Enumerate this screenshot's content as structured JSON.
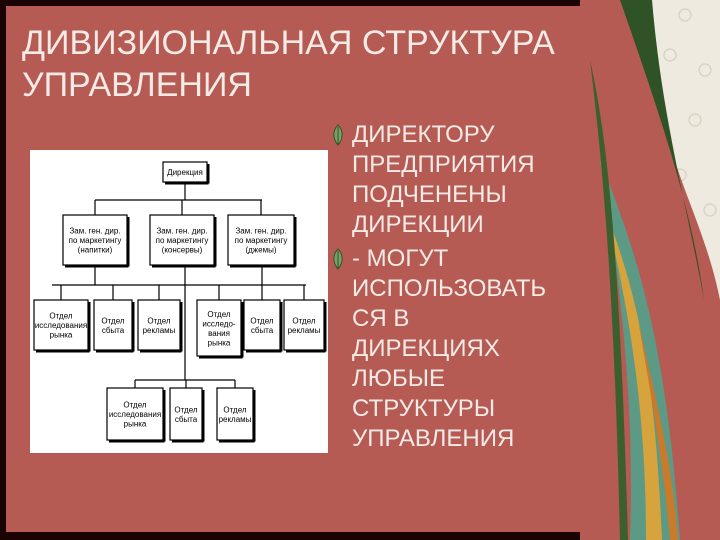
{
  "slide": {
    "title_lines": [
      "ДИВИЗИОНАЛЬНАЯ СТРУКТУРА",
      "УПРАВЛЕНИЯ"
    ],
    "bullets": [
      "ДИРЕКТОРУ\nПРЕДПРИЯТИЯ\nПОДЧЕНЕНЫ\nДИРЕКЦИИ",
      "- МОГУТ\nИСПОЛЬЗОВАТЬ\nСЯ В\nДИРЕКЦИЯХ\nЛЮБЫЕ\nСТРУКТУРЫ\nУПРАВЛЕНИЯ"
    ]
  },
  "org_chart": {
    "root": "Дирекция",
    "deputies": [
      [
        "Зам. ген. дир.",
        "по маркетингу",
        "(напитки)"
      ],
      [
        "Зам. ген. дир.",
        "по маркетингу",
        "(консервы)"
      ],
      [
        "Зам. ген. дир.",
        "по маркетингу",
        "(джемы)"
      ]
    ],
    "departments": [
      [
        "Отдел",
        "исследования",
        "рынка"
      ],
      [
        "Отдел",
        "сбыта"
      ],
      [
        "Отдел",
        "рекламы"
      ],
      [
        "Отдел",
        "исследо-",
        "вания",
        "рынка"
      ],
      [
        "Отдел",
        "сбыта"
      ],
      [
        "Отдел",
        "рекламы"
      ]
    ],
    "sub_departments": [
      [
        "Отдел",
        "исследования",
        "рынка"
      ],
      [
        "Отдел",
        "сбыта"
      ],
      [
        "Отдел",
        "рекламы"
      ]
    ]
  },
  "colors": {
    "background": "#b65a54",
    "text": "#f4ebe6",
    "frame": "#1c0303",
    "chart_background": "#ffffff"
  }
}
